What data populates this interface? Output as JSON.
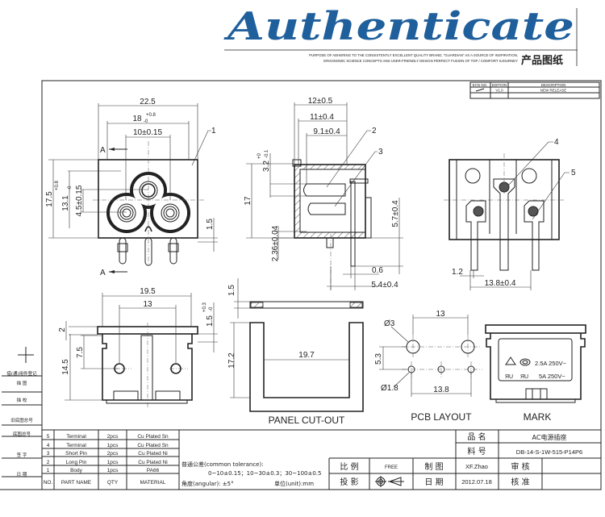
{
  "header": {
    "brand": "Authenticate",
    "tagline_1": "PURPOSE OF ADHERING TO THE CONSISTENTLY EXCELLENT QUALITY BRAND, \"GUARDIAN\" AS A SOURCE OF INSPIRATION,",
    "tagline_2": "ERGONOMIC SCIENCE CONCEPTS AND USER-FRIENDLY DESIGN PERFECT FUSION OF TOP / COMFORT SJOURNEY",
    "subtitle": "产品图纸",
    "brand_color": "#1f5f9c"
  },
  "revision_table": {
    "headers": [
      "ECN NO.",
      "EDITION",
      "DESCRIPTION"
    ],
    "row": [
      "",
      "V1.0",
      "NEW RELEASE"
    ]
  },
  "margin_labels": [
    "借(通)用件登记",
    "描 图",
    "描 校",
    "旧底图总号",
    "底图总号",
    "签 字",
    "日 期"
  ],
  "front_view": {
    "dims": [
      "22.5",
      "18",
      "+0.8",
      "-0",
      "10±0.15",
      "17.5",
      "13.1",
      "+0.8",
      "-0",
      "4.5±0.15",
      "1.5"
    ],
    "section_mark": "A",
    "callout": "1"
  },
  "side_view": {
    "dims": [
      "12±0.5",
      "11±0.4",
      "9.1±0.4",
      "17",
      "3.2",
      "+0",
      "-0.1",
      "2.36±0.04",
      "5.7±0.4",
      "0.6",
      "5.4±0.4"
    ],
    "callouts": [
      "2",
      "3"
    ]
  },
  "rear_view": {
    "dims": [
      "1.2",
      "13.8±0.4"
    ],
    "callouts": [
      "4",
      "5"
    ]
  },
  "bottom_view": {
    "dims": [
      "19.5",
      "13",
      "2",
      "7.5",
      "14.5",
      "1.5",
      "+0.3",
      "-0"
    ]
  },
  "panel_cutout": {
    "dims": [
      "1.5",
      "17.2",
      "19.7"
    ],
    "label": "PANEL CUT-OUT"
  },
  "pcb_layout": {
    "dims": [
      "13",
      "Ø3",
      "5.3",
      "Ø1.8",
      "13.8"
    ],
    "label": "PCB LAYOUT"
  },
  "mark": {
    "rating_1": "2.5A 250V~",
    "rating_2": "5A 250V~",
    "label": "MARK"
  },
  "parts_table": {
    "headers": [
      "NO.",
      "PART NAME",
      "QTY",
      "MATERIAL"
    ],
    "rows": [
      [
        "5",
        "Terminal",
        "2pcs",
        "Cu Plated Sn"
      ],
      [
        "4",
        "Terminal",
        "1pcs",
        "Cu Plated Sn"
      ],
      [
        "3",
        "Short Pin",
        "2pcs",
        "Cu Plated Ni"
      ],
      [
        "2",
        "Long Pin",
        "1pcs",
        "Cu Plated Ni"
      ],
      [
        "1",
        "Body",
        "1pcs",
        "PA66"
      ]
    ]
  },
  "tolerance": {
    "line_1": "普通公差(common tolerance):",
    "line_2": "0~10±0.15；10~30±0.3；30~100±0.5",
    "angular": "角度(angular): ±5°",
    "unit": "单位(unit):mm"
  },
  "title_block": {
    "name_label": "品 名",
    "name_value": "AC电源插座",
    "part_no_label": "料 号",
    "part_no_value": "DB-14-S-1W-515-P14P6",
    "scale_label": "比 例",
    "scale_value": "FREE",
    "drawn_label": "制 图",
    "drawn_value": "XF.Zhao",
    "review_label": "审 核",
    "review_value": "",
    "projection_label": "投 影",
    "date_label": "日 期",
    "date_value": "2012.07.18",
    "approve_label": "核 准",
    "approve_value": ""
  }
}
